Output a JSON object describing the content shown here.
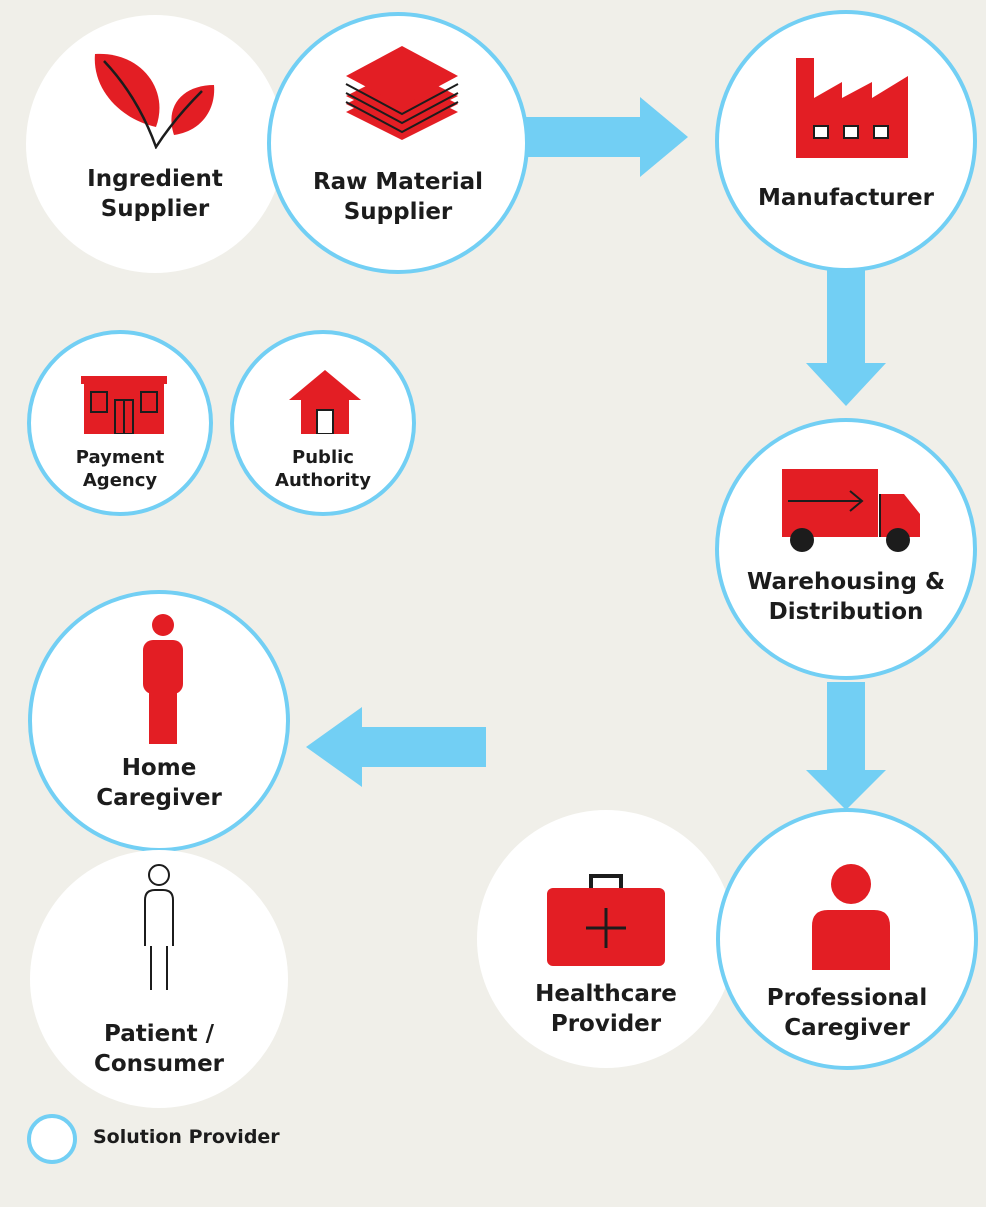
{
  "colors": {
    "accent": "#72cff4",
    "icon": "#e31e24",
    "background": "#f0efe9",
    "node": "#ffffff"
  },
  "nodes": {
    "ingredient": {
      "line1": "Ingredient",
      "line2": "Supplier",
      "icon": "leaves-icon"
    },
    "raw": {
      "line1": "Raw Material",
      "line2": "Supplier",
      "icon": "stacked-layers-icon"
    },
    "manufacturer": {
      "line1": "Manufacturer",
      "icon": "factory-icon"
    },
    "payment": {
      "line1": "Payment",
      "line2": "Agency",
      "icon": "storefront-icon"
    },
    "authority": {
      "line1": "Public",
      "line2": "Authority",
      "icon": "house-icon"
    },
    "warehouse": {
      "line1": "Warehousing &",
      "line2": "Distribution",
      "icon": "truck-icon"
    },
    "home": {
      "line1": "Home",
      "line2": "Caregiver",
      "icon": "person-icon"
    },
    "patient": {
      "line1": "Patient /",
      "line2": "Consumer",
      "icon": "person-outline-icon"
    },
    "healthcare": {
      "line1": "Healthcare",
      "line2": "Provider",
      "icon": "medical-kit-icon"
    },
    "professional": {
      "line1": "Professional",
      "line2": "Caregiver",
      "icon": "caregiver-bust-icon"
    }
  },
  "legend": {
    "label": "Solution Provider"
  }
}
